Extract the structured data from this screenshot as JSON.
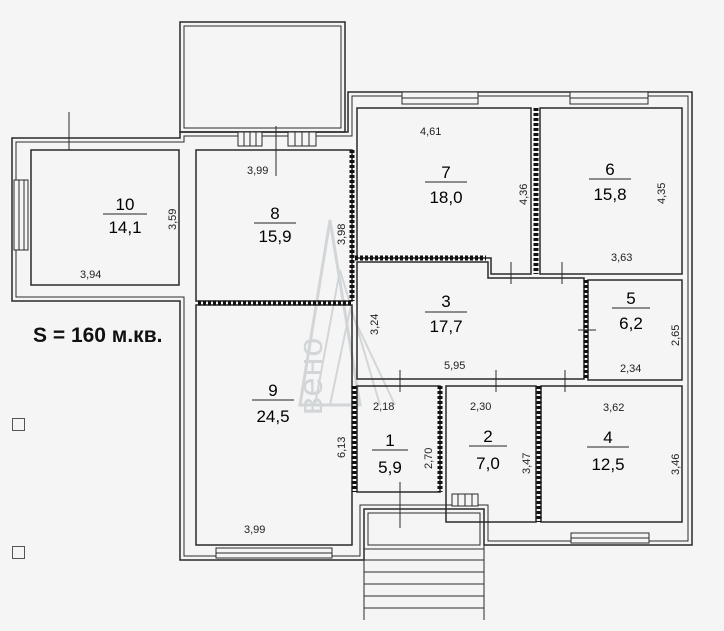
{
  "area_label": "S = 160 м.кв.",
  "watermark": "вено",
  "colors": {
    "wall": "#2a2a2a",
    "background": "#f4f5f4",
    "watermark": "#cfd3d6"
  },
  "rooms": [
    {
      "number": "1",
      "area": "5,9"
    },
    {
      "number": "2",
      "area": "7,0"
    },
    {
      "number": "3",
      "area": "17,7"
    },
    {
      "number": "4",
      "area": "12,5"
    },
    {
      "number": "5",
      "area": "6,2"
    },
    {
      "number": "6",
      "area": "15,8"
    },
    {
      "number": "7",
      "area": "18,0"
    },
    {
      "number": "8",
      "area": "15,9"
    },
    {
      "number": "9",
      "area": "24,5"
    },
    {
      "number": "10",
      "area": "14,1"
    }
  ],
  "dimensions": {
    "r10_w": "3,94",
    "r10_h": "3,59",
    "r8_w": "3,99",
    "r8_h": "3,98",
    "r9_w": "3,99",
    "r9_h": "6,13",
    "r7_w": "4,61",
    "r7_h": "4,36",
    "r6_w": "3,63",
    "r6_h": "4,35",
    "r3_w": "5,95",
    "r3_h": "3,24",
    "r5_w": "2,34",
    "r5_h": "2,65",
    "r1_w": "2,18",
    "r1_h": "2,70",
    "r2_w": "2,30",
    "r2_h": "3,47",
    "r4_w": "3,62",
    "r4_h": "3,46"
  }
}
